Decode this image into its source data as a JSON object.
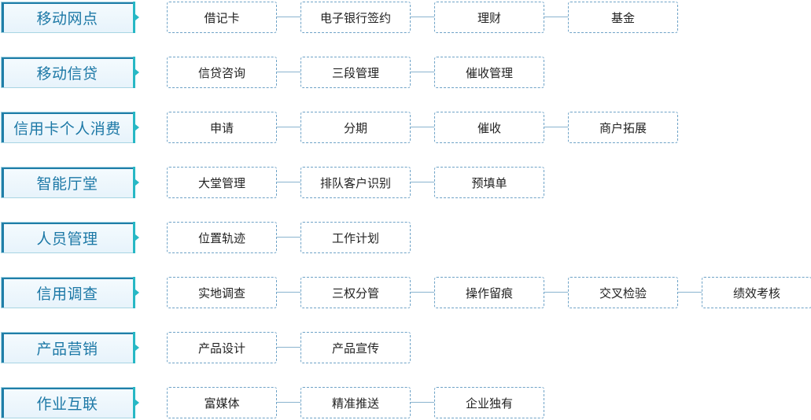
{
  "rows": [
    {
      "category": "移动网点",
      "items": [
        "借记卡",
        "电子银行签约",
        "理财",
        "基金"
      ]
    },
    {
      "category": "移动信贷",
      "items": [
        "信贷咨询",
        "三段管理",
        "催收管理"
      ]
    },
    {
      "category": "信用卡个人消费",
      "items": [
        "申请",
        "分期",
        "催收",
        "商户拓展"
      ]
    },
    {
      "category": "智能厅堂",
      "items": [
        "大堂管理",
        "排队客户识别",
        "预填单"
      ]
    },
    {
      "category": "人员管理",
      "items": [
        "位置轨迹",
        "工作计划"
      ]
    },
    {
      "category": "信用调查",
      "items": [
        "实地调查",
        "三权分管",
        "操作留痕",
        "交叉检验",
        "绩效考核"
      ]
    },
    {
      "category": "产品营销",
      "items": [
        "产品设计",
        "产品宣传"
      ]
    },
    {
      "category": "作业互联",
      "items": [
        "富媒体",
        "精准推送",
        "企业独有"
      ]
    }
  ],
  "colors": {
    "category_text": "#1c78a6",
    "category_accent": "#27b8c5",
    "item_border": "#6fa3c7",
    "connector": "#8ab4cf"
  }
}
